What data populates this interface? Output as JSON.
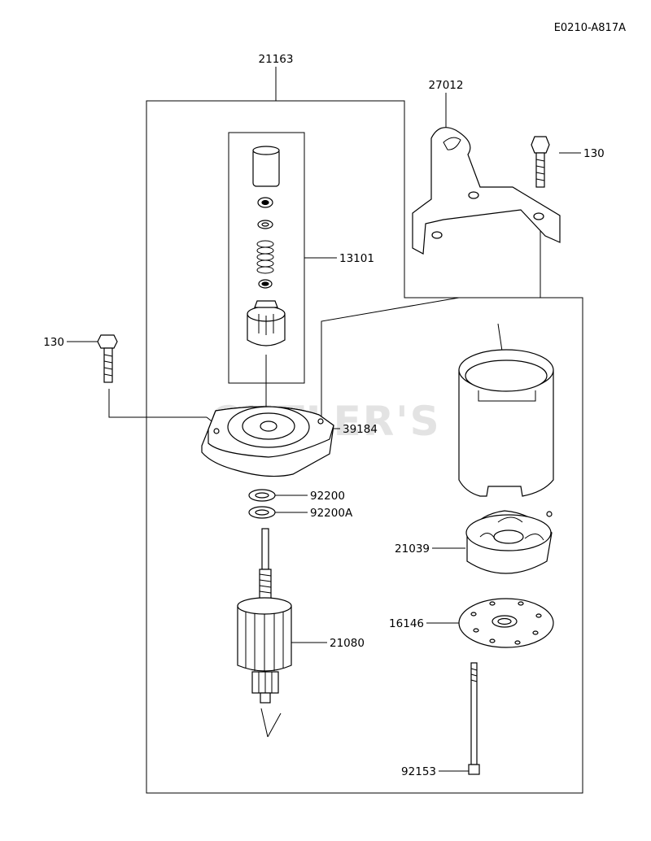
{
  "diagram_code": "E0210-A817A",
  "watermark": "CUTLER'S",
  "labels": {
    "l21163": "21163",
    "l27012": "27012",
    "l130_right": "130",
    "l13101": "13101",
    "l130_left": "130",
    "l39184": "39184",
    "l92200": "92200",
    "l92200A": "92200A",
    "l21039": "21039",
    "l16146": "16146",
    "l21080": "21080",
    "l92153": "92153"
  }
}
